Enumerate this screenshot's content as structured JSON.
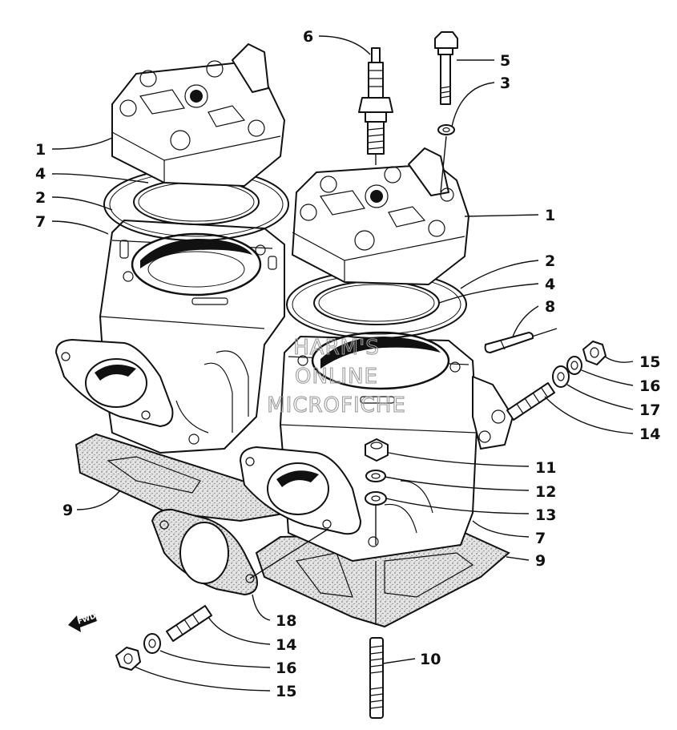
{
  "watermark": [
    "HARM'S",
    "ONLINE",
    "MICROFICHE"
  ],
  "fwd_label": "FWD",
  "callouts": {
    "c6": "6",
    "c5": "5",
    "c3": "3",
    "c1_left": "1",
    "c4_left": "4",
    "c2_left": "2",
    "c7_left": "7",
    "c1_right": "1",
    "c2_right": "2",
    "c4_right": "4",
    "c8": "8",
    "c15_right": "15",
    "c16_right": "16",
    "c17": "17",
    "c14_right": "14",
    "c11": "11",
    "c12": "12",
    "c13": "13",
    "c7_right": "7",
    "c9_right": "9",
    "c9_left": "9",
    "c18": "18",
    "c14_bottom": "14",
    "c16_bottom": "16",
    "c15_bottom": "15",
    "c10": "10"
  }
}
